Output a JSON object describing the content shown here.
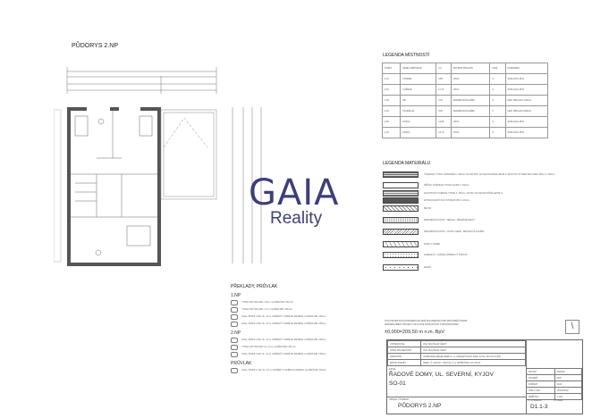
{
  "plan_title": "PŮDORYS 2.NP",
  "logo": {
    "top": "GAIA",
    "bottom": "Reality",
    "color": "#3b3f7a"
  },
  "room_legend": {
    "title": "LEGENDA MÍSTNOSTÍ",
    "headers": [
      "Č.MÍST.",
      "NÁZEV MÍSTNOSTI",
      "m2",
      "POVRCH PODLAHY",
      "SOKL",
      "POZNÁMKA"
    ],
    "rows": [
      [
        "2.01",
        "CHODBA",
        "6,85",
        "VINYL",
        "S",
        "SOKLOVÁ LIŠTA"
      ],
      [
        "2.02",
        "LOŽNICE",
        "17,70",
        "VINYL",
        "S",
        "SOKLOVÁ LIŠTA"
      ],
      [
        "2.03",
        "WC",
        "2,10",
        "KERAMICKÁ DLAŽBA",
        "K",
        "KER. OBKLAD 1.200mm"
      ],
      [
        "2.04",
        "KOUPELNA",
        "6,00",
        "KERAMICKÁ DLAŽBA",
        "K",
        "KER. OBKLAD 2.000mm"
      ],
      [
        "2.05",
        "POKOJ",
        "12,85",
        "VINYL",
        "S",
        "SOKLOVÁ LIŠTA"
      ],
      [
        "2.06",
        "POKOJ",
        "13,70",
        "VINYL",
        "S",
        "SOKLOVÁ LIŠTA"
      ]
    ]
  },
  "material_legend": {
    "title": "LEGENDA MATERIÁLU",
    "items": [
      "TVÁRNICE YTONG STANDARD tl. 300mm, P2-400 PDK, NA CELOPLOŠNÉ LEPIDLO; EPS POLYSTYREN EPS GREY WALL tl. 160mm",
      "PŘÍČKA TVÁRNICE YTONG KLASIK tl. 150mm",
      "AKUSTICKÉ TVÁRNICE YTONG tl. 250mm, P2-500, NA CELOPLOŠNÉ LEPIDLO",
      "EXTRUDOVANÝ POLYSTYREN XPS tl. 100mm",
      "BETON",
      "ZPEVNĚNÁ PLOCHA - TERASA - DŘEVĚNÉ DECKY",
      "ZPEVNĚNÁ PLOCHA - VSTUP, VJEZD - BETONOVÁ DLAŽBA",
      "ROSTLÝ TERÉN",
      "KAMENIVO - KAČÍRek ŠTĚRKOVÝ PODSYP",
      "ZELEŇ"
    ]
  },
  "lintels": {
    "title": "PŘEKLADY, PRŮVLAK",
    "groups": [
      {
        "label": "1.NP",
        "items": [
          "YTONG NOP 300-2000, 2,00 m, ULOŽENÍ MIN. 250 mm",
          "YTONG NOP 300-1500, 1,5 m, ULOŽENÍ MIN. 250 mm",
          "OCEL. PROFIL U160, SL. 4,0 m, SVAŘENÝ K SOBĚ DO KRABICE, ULOŽENÍ MIN. 250mm",
          "OCEL. PROFIL U160, SL. 3,0 m, SVAŘENÝ K SOBĚ DO KRABICE, ULOŽENÍ MIN. 250mm"
        ]
      },
      {
        "label": "2.NP",
        "items": [
          "OCEL. PROFIL U160, SL. 3,0 m, SVAŘENÝ K SOBĚ DO KRABICE, ULOŽENÍ MIN. 250mm",
          "YTONG NOP 300-2000, SL. 2,0 m, ULOŽENÍ MIN. 250 mm",
          "OCEL. PROFIL U160, SL. 3,0 m, SVAŘENÝ K SOBĚ DO KRABICE, ULOŽENÍ MIN. 250mm"
        ]
      },
      {
        "label": "PRŮVLAK",
        "items": [
          "OCEL. PROFIL U 220, SL. 4,0 m, SVAŘENÝ K SOBĚ DO KRABICE, ULOŽENÍ MIN. 250mm"
        ]
      }
    ]
  },
  "note": [
    "TATO PROJEKTOVÁ DOKUMENTACE NENÍ DOKUMENTACÍ PRO PROVÁDĚNÍ STAVBY",
    "VEŠKERÉ ZMĚNY PROJEKTU JE NUTNÉ KONZULTOVAT S PROJEKTANTEM"
  ],
  "elevation": "±0,000=209,50 m n.m. BpV",
  "title_block": {
    "rows": [
      [
        "VYPRACOVAL",
        "ING. MILOSLAV ČECH"
      ],
      [
        "ZODP. PROJEKTANT",
        "ING. MILOSLAV ČECH"
      ],
      [
        "INVESTOR",
        "COMPLETE DEVELOPER s.r.o., MASARYKOVO NÁM. 27/13, 697 01 KYJOV"
      ],
      [
        "MÍSTO STAVBY",
        "PARC. Č. 3227/17, 3227/12 v k.ú. BOŘETICE U KYJOVA"
      ]
    ],
    "akce_label": "AKCE",
    "akce": "ŘADOVÉ DOMY, UL. SEVERNÍ, KYJOV",
    "so": "SO-01",
    "content_label": "OBSAH VÝKRESU",
    "content": "PŮDORYS 2.NP",
    "meta": [
      [
        "DATUM",
        "06/2022"
      ],
      [
        "STUPEŇ",
        "DPS"
      ],
      [
        "FORMÁT",
        "2xA4"
      ],
      [
        "ČÍSLO ZAK.",
        "VP22/02/22"
      ],
      [
        "MĚŘÍTKO",
        "1:100"
      ]
    ],
    "drawing_no_label": "Č. VÝKRESU",
    "drawing_no": "D1.1-3",
    "pare_label": "Č. PARÉ"
  }
}
